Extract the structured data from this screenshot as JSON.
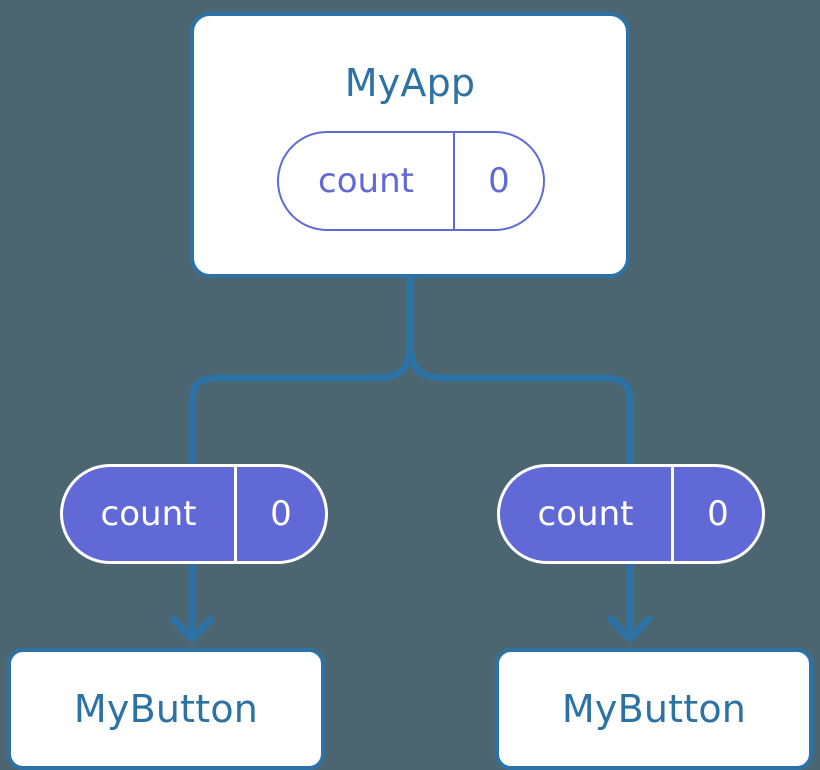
{
  "diagram": {
    "title": "MyApp component tree with count state passed to MyButton children",
    "background_color": "#4c6671",
    "accent_color": "#2d72a5",
    "state_color": "#6169d6",
    "box_fill": "#ffffff"
  },
  "root": {
    "name": "MyApp",
    "state": {
      "key": "count",
      "value": "0"
    }
  },
  "branches": [
    {
      "side": "left",
      "prop": {
        "key": "count",
        "value": "0"
      },
      "child": {
        "name": "MyButton"
      }
    },
    {
      "side": "right",
      "prop": {
        "key": "count",
        "value": "0"
      },
      "child": {
        "name": "MyButton"
      }
    }
  ]
}
